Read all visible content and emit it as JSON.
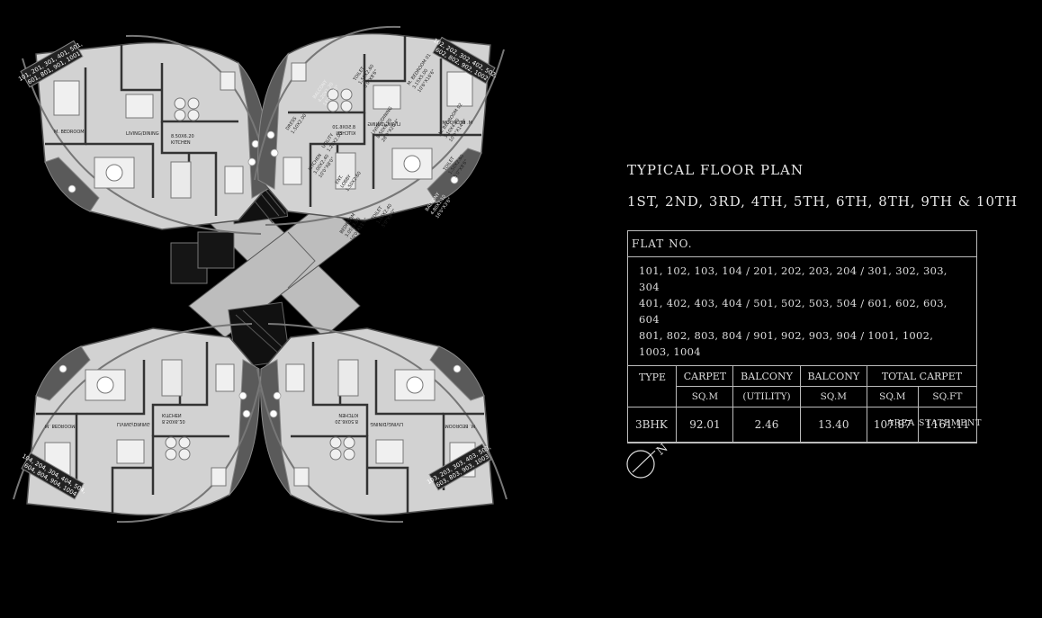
{
  "titles": {
    "line1": "TYPICAL  FLOOR  PLAN",
    "line2": "1ST,  2ND,  3RD,  4TH,  5TH,  6TH,  8TH,  9TH  &  10TH"
  },
  "table": {
    "flat_header": "FLAT NO.",
    "flat_rows": [
      "101, 102, 103, 104 / 201, 202, 203, 204 / 301, 302, 303, 304",
      "401, 402, 403, 404 / 501, 502, 503, 504 / 601, 602, 603, 604",
      "801, 802, 803, 804 / 901, 902, 903, 904 / 1001, 1002, 1003, 1004"
    ],
    "headers": {
      "type": "TYPE",
      "carpet": "CARPET",
      "balcony1": "BALCONY",
      "balcony2": "BALCONY",
      "total": "TOTAL CARPET"
    },
    "subheaders": {
      "carpet": "SQ.M",
      "balcony1": "(UTILITY)",
      "balcony2": "SQ.M",
      "total_sqm": "SQ.M",
      "total_sqft": "SQ.FT"
    },
    "row": {
      "type": "3BHK",
      "carpet": "92.01",
      "utility": "2.46",
      "balcony": "13.40",
      "total_sqm": "107.87",
      "total_sqft": "1161.11"
    }
  },
  "area_statement": "AREA  STATEMENT",
  "north_label": "N",
  "plan": {
    "flat_tags": {
      "tl": [
        "101, 201, 301, 401, 501,",
        "601, 801, 901, 1001"
      ],
      "tr": [
        "102, 202, 302, 402, 502,",
        "602, 802, 902, 1002"
      ],
      "bl": [
        "104, 204, 304, 404, 504,",
        "604, 804, 904, 1004"
      ],
      "br": [
        "103, 203, 303, 403, 503,",
        "603, 803, 903, 1003"
      ]
    },
    "rooms": {
      "living": [
        "LIVING/DINING",
        "8.50X6.20",
        "28'0\"X20'4\""
      ],
      "kitchen": [
        "KITCHEN",
        "3.00X2.40",
        "10'0\"X8'0\""
      ],
      "mbed1": [
        "M. BEDROOM 01",
        "3.15X5.00",
        "10'6\"X16'6\""
      ],
      "mbed2": [
        "M. BEDROOM 02",
        "3.10X4.20",
        "10'0\"X14'0\""
      ],
      "bedroom": [
        "BEDROOM",
        "3.05X3.50",
        "10'0\"X11'6\""
      ],
      "toilet1": [
        "TOILET",
        "1.50X2.60",
        "5'0\"X8'6\""
      ],
      "toilet2": [
        "TOILET",
        "1.50X2.60",
        "5'0\"X8'6\""
      ],
      "balcony": [
        "BALCONY",
        "4.20X1.20",
        "14'0\"X4'0\""
      ],
      "balcony2": [
        "BALCONY",
        "4.80X1.10",
        "16'0\"X3'6\""
      ],
      "entry": [
        "ENT.",
        "LOBBY",
        "1.50X2.60"
      ],
      "toilet3": [
        "TOILET",
        "1.50X2.40",
        "5'0\"X8'0\""
      ],
      "dress": [
        "DRESS",
        "1.50X2.00"
      ],
      "util": [
        "UTILITY",
        "1.20X2.00"
      ]
    }
  }
}
